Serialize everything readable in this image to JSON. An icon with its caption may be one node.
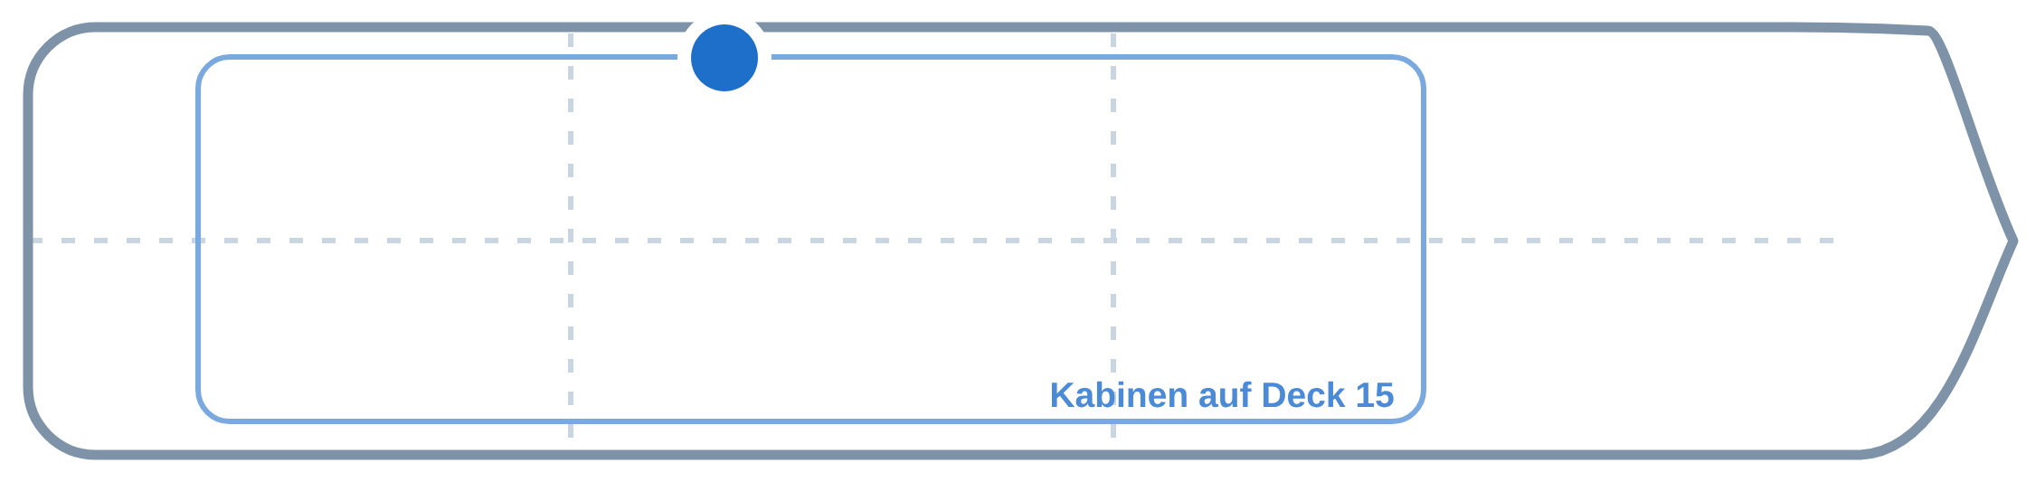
{
  "diagram": {
    "nodes": [
      {
        "text": [],
        "shape": "ship"
      },
      {
        "text": [
          "Kabinen auf Deck 15"
        ],
        "in": 0
      }
    ]
  }
}
